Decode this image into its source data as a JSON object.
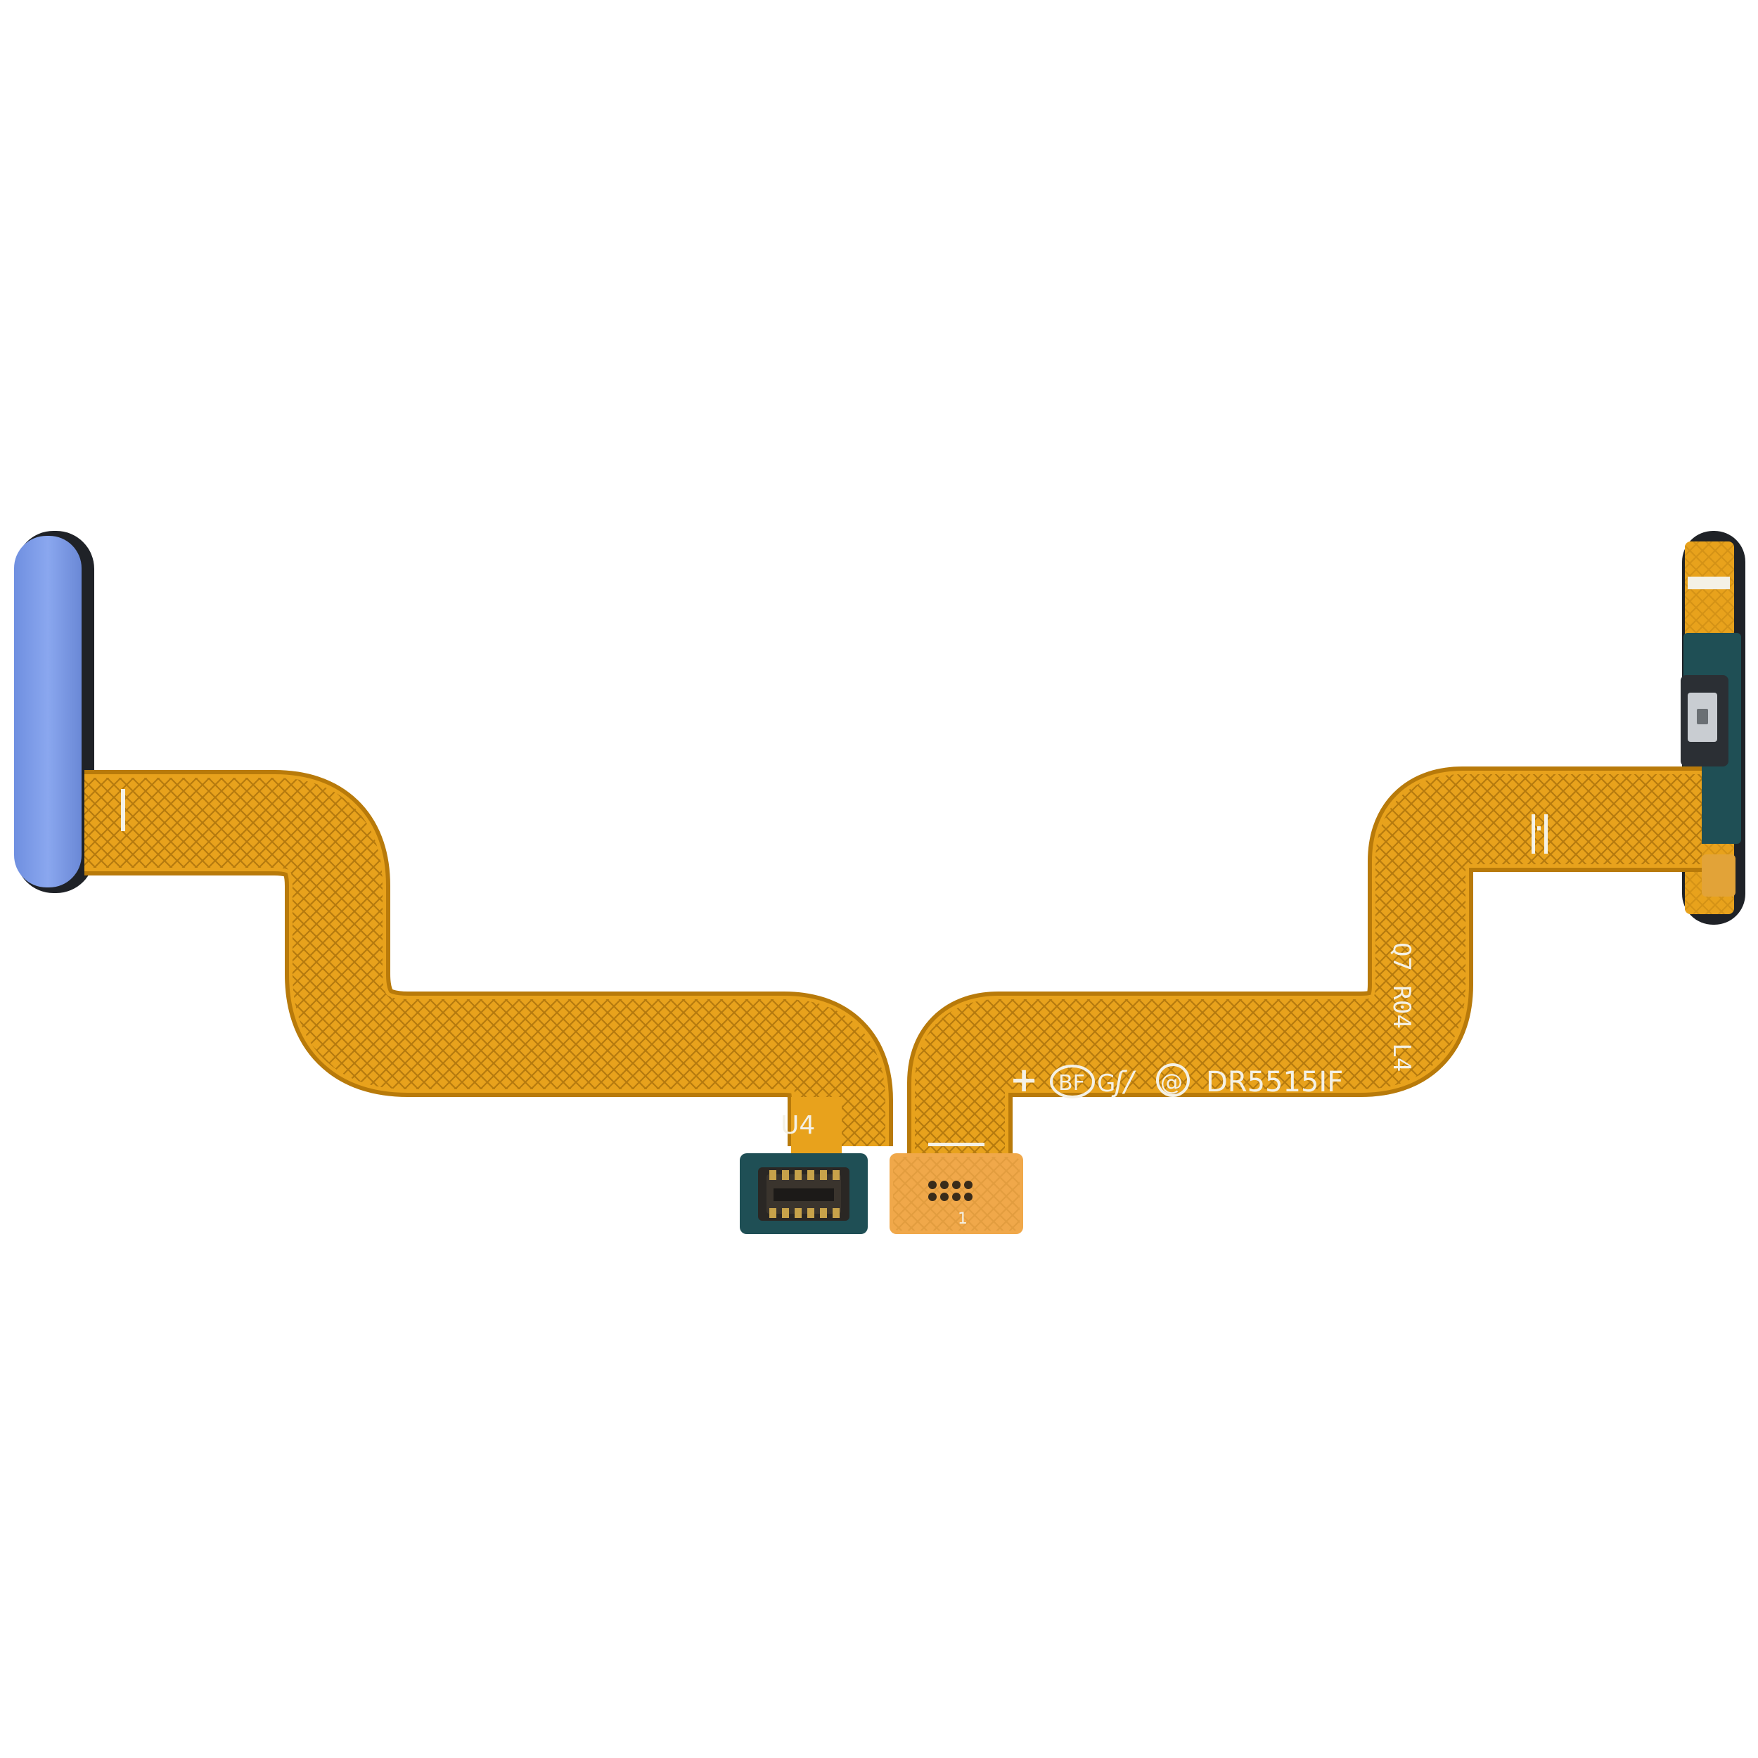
{
  "colors": {
    "background": "#ffffff",
    "flex": "#e8a21c",
    "flex_dark": "#b87a0a",
    "flex_mesh": "#9a6306",
    "button_blue": "#7f9ee9",
    "button_black": "#1f2227",
    "pcb_green": "#1f4f55",
    "connector_gold": "#c7a24a",
    "contact_pad": "#f0a84a",
    "silkscreen": "#f4f1e6"
  },
  "markings": {
    "left_connector_label": "U4",
    "right_rev": "Q7 R04 L4",
    "right_plus": "+",
    "right_bf": "BF",
    "right_g": "G",
    "right_logo": "ʃ/",
    "right_at": "@",
    "right_part": "DR5515IF",
    "right_pad_pin": "1"
  },
  "icons": {
    "left_part": "power-button-flex-icon",
    "right_part": "fingerprint-flex-icon"
  }
}
